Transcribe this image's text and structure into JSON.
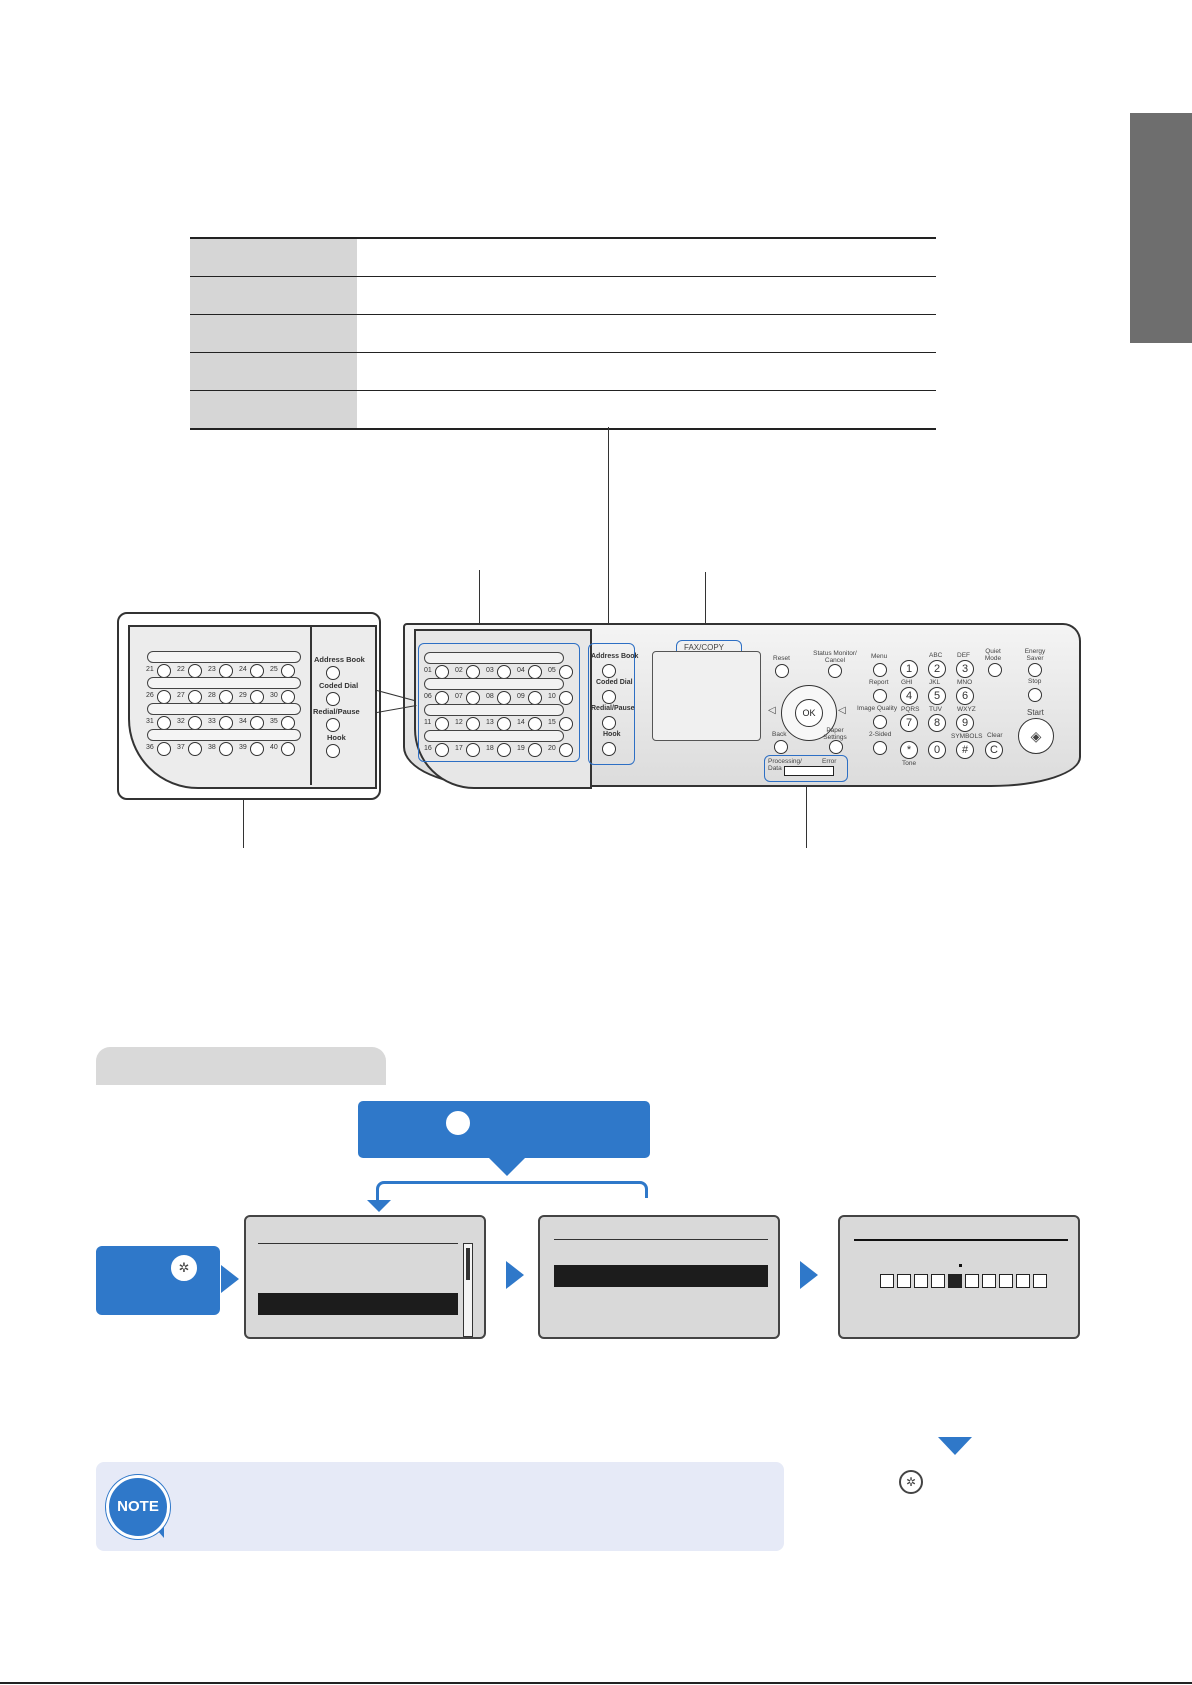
{
  "panel": {
    "fax_copy_label": "FAX/COPY",
    "left_buttons": {
      "address_book": "Address Book",
      "coded_dial": "Coded Dial",
      "redial_pause": "Redial/Pause",
      "hook": "Hook"
    },
    "onetouch_rows": [
      [
        "01",
        "02",
        "03",
        "04",
        "05"
      ],
      [
        "06",
        "07",
        "08",
        "09",
        "10"
      ],
      [
        "11",
        "12",
        "13",
        "14",
        "15"
      ],
      [
        "16",
        "17",
        "18",
        "19",
        "20"
      ]
    ],
    "zoom_rows": [
      [
        "21",
        "22",
        "23",
        "24",
        "25"
      ],
      [
        "26",
        "27",
        "28",
        "29",
        "30"
      ],
      [
        "31",
        "32",
        "33",
        "34",
        "35"
      ],
      [
        "36",
        "37",
        "38",
        "39",
        "40"
      ]
    ],
    "labels": {
      "reset": "Reset",
      "status_monitor": "Status Monitor/ Cancel",
      "menu": "Menu",
      "report": "Report",
      "image_quality": "Image Quality",
      "back": "Back",
      "paper_settings": "Paper Settings",
      "two_sided": "2-Sided",
      "quiet_mode": "Quiet Mode",
      "energy_saver": "Energy Saver",
      "stop": "Stop",
      "start": "Start",
      "clear": "Clear",
      "ok": "OK",
      "processing_data": "Processing/ Data",
      "error": "Error",
      "tone": "Tone",
      "symbols": "SYMBOLS"
    },
    "keypad": [
      {
        "key": "1",
        "sub": ""
      },
      {
        "key": "2",
        "sub": "ABC"
      },
      {
        "key": "3",
        "sub": "DEF"
      },
      {
        "key": "4",
        "sub": "GHI"
      },
      {
        "key": "5",
        "sub": "JKL"
      },
      {
        "key": "6",
        "sub": "MNO"
      },
      {
        "key": "7",
        "sub": "PQRS"
      },
      {
        "key": "8",
        "sub": "TUV"
      },
      {
        "key": "9",
        "sub": "WXYZ"
      },
      {
        "key": "*",
        "sub": ""
      },
      {
        "key": "0",
        "sub": ""
      },
      {
        "key": "#",
        "sub": ""
      }
    ],
    "clear_key": "C"
  },
  "colors": {
    "accent": "#2f78c9",
    "tab": "#6e6e6e"
  },
  "icons": {
    "menu": "menu-icon",
    "note": "note-badge"
  },
  "note": {
    "badge": "NOTE"
  }
}
